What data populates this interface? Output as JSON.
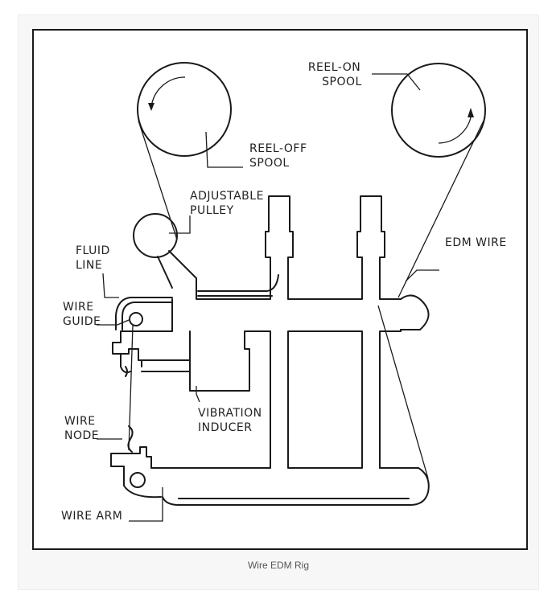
{
  "labels": {
    "reel_on_spool": [
      "REEL-ON",
      "SPOOL"
    ],
    "reel_off_spool": [
      "REEL-OFF",
      "SPOOL"
    ],
    "adjustable_pulley": [
      "ADJUSTABLE",
      "PULLEY"
    ],
    "fluid_line": [
      "FLUID",
      "LINE"
    ],
    "edm_wire": [
      "EDM WIRE"
    ],
    "wire_guide": [
      "WIRE",
      "GUIDE"
    ],
    "vibration_inducer": [
      "VIBRATION",
      "INDUCER"
    ],
    "wire_node": [
      "WIRE",
      "NODE"
    ],
    "wire_arm": [
      "WIRE ARM"
    ]
  },
  "caption": "Wire EDM Rig"
}
